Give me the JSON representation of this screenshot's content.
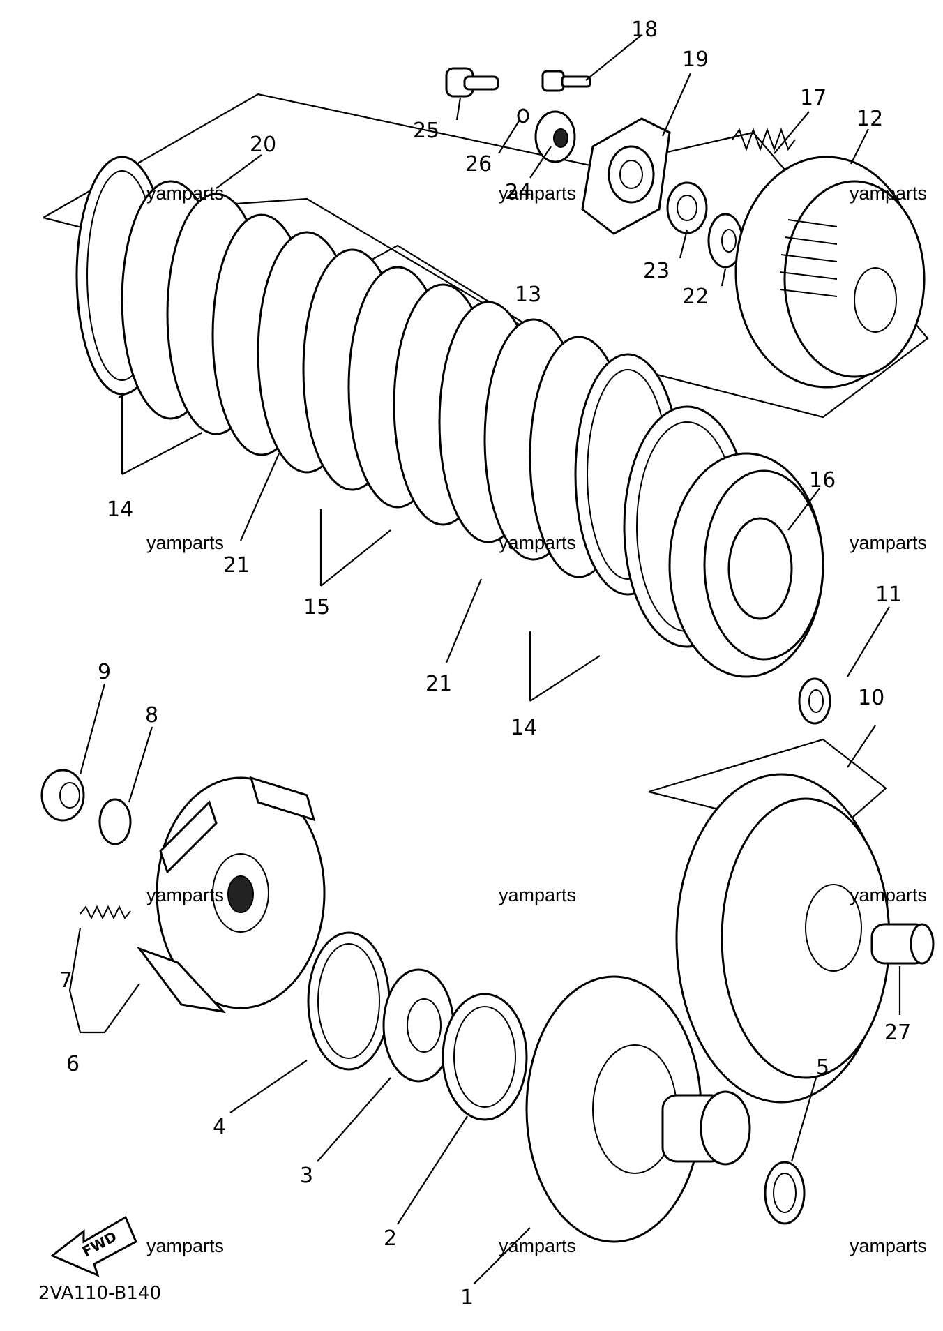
{
  "diagram": {
    "callouts": [
      {
        "id": "18",
        "label": "18"
      },
      {
        "id": "19",
        "label": "19"
      },
      {
        "id": "25",
        "label": "25"
      },
      {
        "id": "26",
        "label": "26"
      },
      {
        "id": "24",
        "label": "24"
      },
      {
        "id": "17",
        "label": "17"
      },
      {
        "id": "12",
        "label": "12"
      },
      {
        "id": "20",
        "label": "20"
      },
      {
        "id": "23",
        "label": "23"
      },
      {
        "id": "22",
        "label": "22"
      },
      {
        "id": "13",
        "label": "13"
      },
      {
        "id": "14a",
        "label": "14"
      },
      {
        "id": "21a",
        "label": "21"
      },
      {
        "id": "15",
        "label": "15"
      },
      {
        "id": "21b",
        "label": "21"
      },
      {
        "id": "14b",
        "label": "14"
      },
      {
        "id": "16",
        "label": "16"
      },
      {
        "id": "11",
        "label": "11"
      },
      {
        "id": "9",
        "label": "9"
      },
      {
        "id": "8",
        "label": "8"
      },
      {
        "id": "10",
        "label": "10"
      },
      {
        "id": "7",
        "label": "7"
      },
      {
        "id": "6",
        "label": "6"
      },
      {
        "id": "27",
        "label": "27"
      },
      {
        "id": "5",
        "label": "5"
      },
      {
        "id": "4",
        "label": "4"
      },
      {
        "id": "3",
        "label": "3"
      },
      {
        "id": "2",
        "label": "2"
      },
      {
        "id": "1",
        "label": "1"
      }
    ],
    "watermarks": [
      "yamparts",
      "yamparts",
      "yamparts",
      "yamparts",
      "yamparts",
      "yamparts",
      "yamparts",
      "yamparts",
      "yamparts",
      "yamparts",
      "yamparts",
      "yamparts"
    ],
    "fwd_label": "FWD",
    "part_code": "2VA110-B140"
  }
}
